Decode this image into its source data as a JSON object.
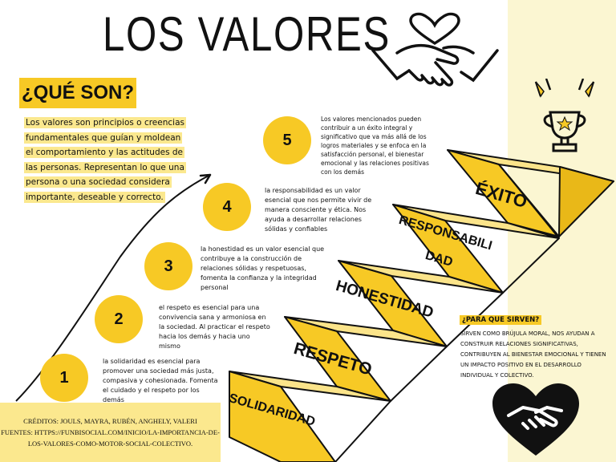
{
  "title": "LOS VALORES",
  "que_son": {
    "label": "¿QUÉ SON?",
    "text": "Los valores son principios o creencias fundamentales que guían y moldean el comportamiento y las actitudes de las personas. Representan lo que una persona o una sociedad considera importante, deseable y correcto."
  },
  "values": [
    {
      "number": "1",
      "step": "SOLIDARIDAD",
      "description": "la solidaridad es esencial para promover una sociedad más justa, compasiva y cohesionada. Fomenta el cuidado y el respeto por los demás"
    },
    {
      "number": "2",
      "step": "RESPETO",
      "description": "el respeto es esencial para una convivencia sana y armoniosa en la sociedad. Al practicar el respeto hacia los demás y hacia uno mismo"
    },
    {
      "number": "3",
      "step": "HONESTIDAD",
      "description": "la honestidad es un valor esencial que contribuye a la construcción de relaciones sólidas y respetuosas, fomenta la confianza y la integridad personal"
    },
    {
      "number": "4",
      "step_line1": "RESPONSABILI",
      "step_line2": "DAD",
      "description": "la responsabilidad es un valor esencial que nos permite vivir de manera consciente y ética. Nos ayuda a desarrollar relaciones sólidas y confiables"
    },
    {
      "number": "5",
      "step": "ÉXITO",
      "description": "Los valores mencionados pueden contribuir a un éxito integral y significativo que va más allá de los logros materiales y se enfoca en la satisfacción personal, el bienestar emocional y las relaciones positivas con los demás"
    }
  ],
  "para_que": {
    "title": "¿PARA QUE SIRVEN?",
    "text": "Sirven como brújula moral, nos ayudan a construir relaciones significativas, contribuyen al bienestar emocional y tienen un impacto positivo en el desarrollo individual y colectivo."
  },
  "credits": {
    "line1": "CRÉDITOS: JOULS, MAYRA, RUBÉN, ANGHELY, VALERI",
    "line2": "FUENTES: HTTPS://FUNBISOCIAL.COM/INICIO/LA-IMPORTANCIA-DE-LOS-VALORES-COMO-MOTOR-SOCIAL-COLECTIVO."
  },
  "colors": {
    "accent": "#f7c925",
    "highlight": "#fbe88e",
    "band": "#fbf6d2"
  },
  "icons": [
    "heart-handshake-icon",
    "trophy-icon",
    "heart-handshake-solid-icon",
    "growth-arrow-icon"
  ]
}
